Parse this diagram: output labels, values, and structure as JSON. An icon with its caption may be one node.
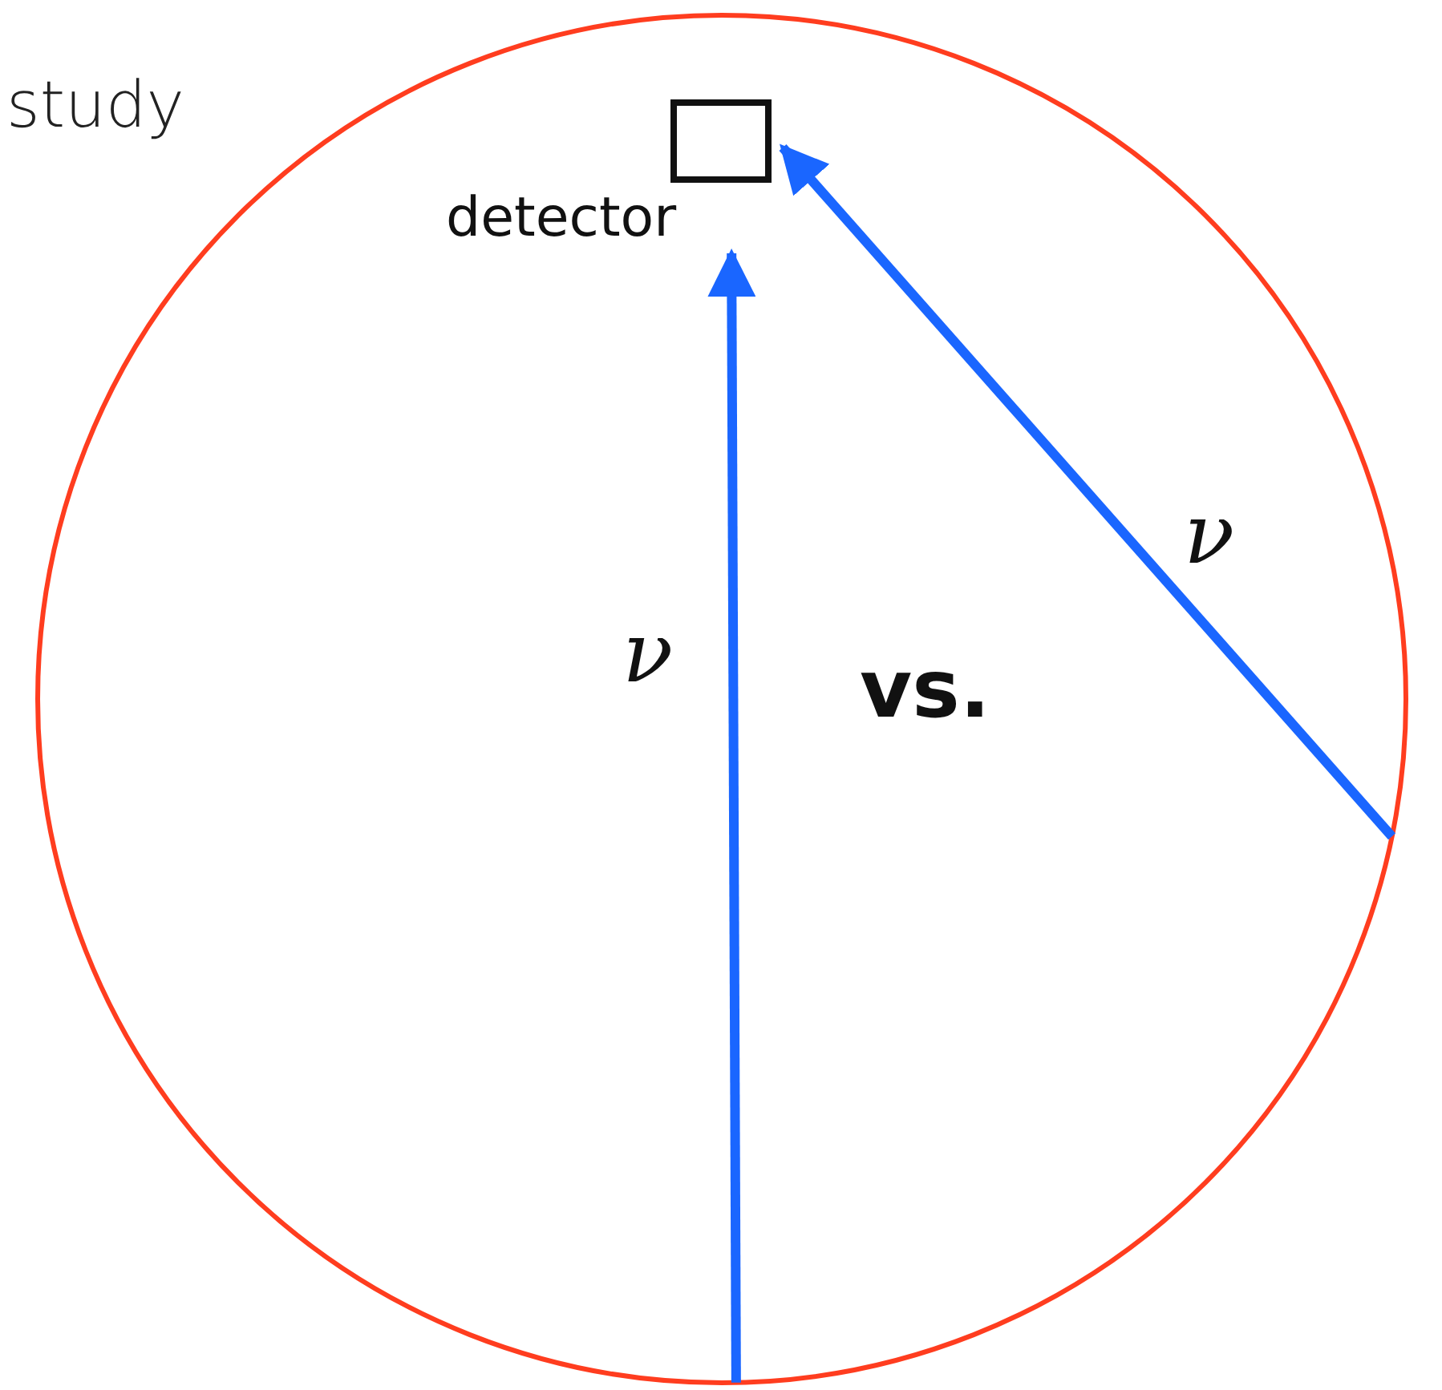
{
  "diagram": {
    "nodes": [
      {
        "text": [],
        "shape": "circle"
      },
      {
        "text": [
          "detector"
        ],
        "in": 0
      }
    ],
    "edges": [
      {
        "from": 0,
        "to": 1,
        "arrow": "to",
        "label": "ν"
      },
      {
        "from": 0,
        "to": 1,
        "arrow": "to",
        "label": "ν"
      }
    ],
    "labels": [
      "study",
      "vs."
    ]
  }
}
